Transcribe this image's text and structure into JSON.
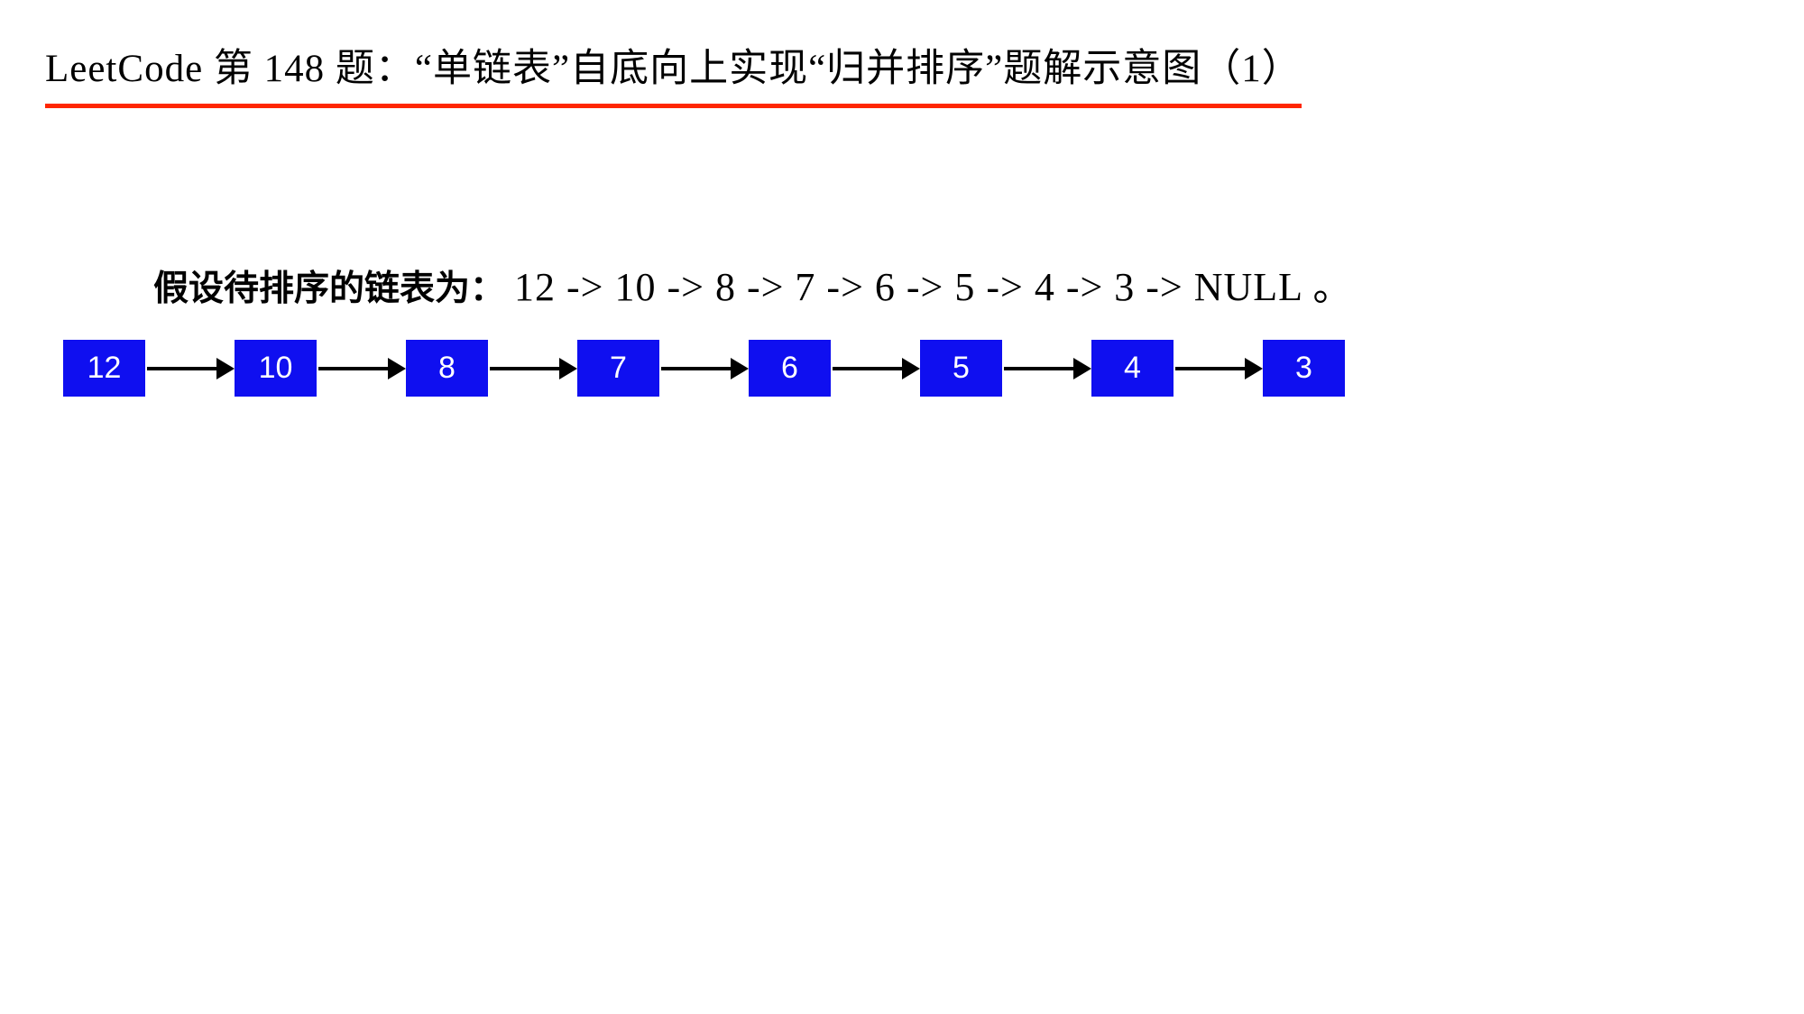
{
  "page": {
    "title": "LeetCode 第 148 题：“单链表”自底向上实现“归并排序”题解示意图（1）"
  },
  "description": {
    "label": "假设待排序的链表为：",
    "sequence": "12 -> 10 -> 8 -> 7 -> 6 -> 5 -> 4 -> 3 -> NULL 。"
  },
  "linked_list": {
    "nodes": [
      "12",
      "10",
      "8",
      "7",
      "6",
      "5",
      "4",
      "3"
    ]
  },
  "colors": {
    "accent_red": "#ff2600",
    "node_blue": "#0f0ff0",
    "node_text": "#ffffff",
    "arrow_black": "#000000"
  }
}
